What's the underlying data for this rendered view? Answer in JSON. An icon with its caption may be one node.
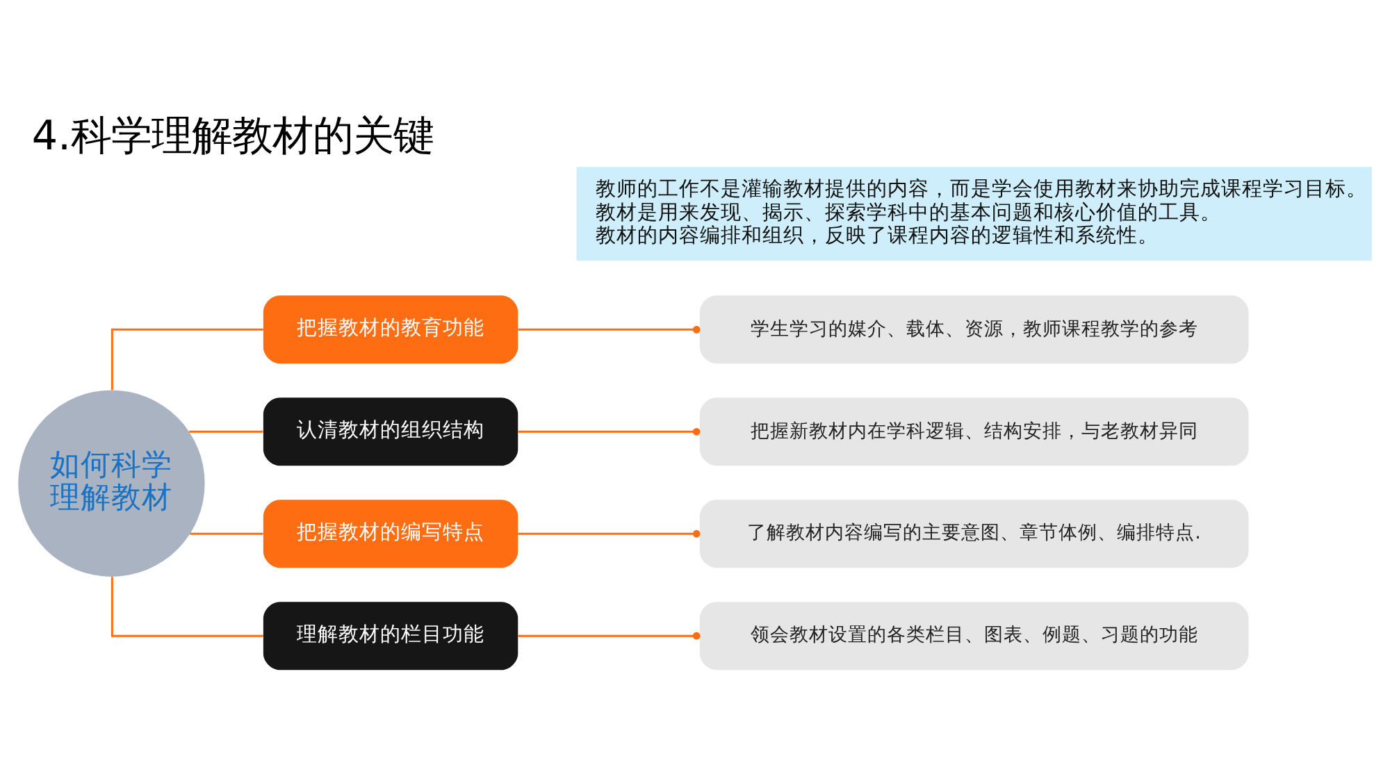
{
  "diagram": {
    "title": "4.科学理解教材的关键",
    "nodes": [
      {
        "text": [
          "教师的工作不是灌输教材提供的内容，而是学会使用教材来协助完成课程学习目标。",
          "教材是用来发现、揭示、探索学科中的基本问题和核心价值的工具。",
          "教材的内容编排和组织，反映了课程内容的逻辑性和系统性。"
        ]
      },
      {
        "text": [
          "如何科学理解教材"
        ]
      },
      {
        "text": [
          "把握教材的教育功能"
        ]
      },
      {
        "text": [
          "学生学习的媒介、载体、资源，教师课程教学的参考"
        ]
      },
      {
        "text": [
          "认清教材的组织结构"
        ]
      },
      {
        "text": [
          "把握新教材内在学科逻辑、结构安排，与老教材异同"
        ]
      },
      {
        "text": [
          "把握教材的编写特点"
        ]
      },
      {
        "text": [
          "了解教材内容编写的主要意图、章节体例、编排特点."
        ]
      },
      {
        "text": [
          "理解教材的栏目功能"
        ]
      },
      {
        "text": [
          "领会教材设置的各类栏目、图表、例题、习题的功能"
        ]
      }
    ],
    "edges": [
      {
        "from": 1,
        "to": 2,
        "arrow": "none"
      },
      {
        "from": 1,
        "to": 4,
        "arrow": "none"
      },
      {
        "from": 1,
        "to": 6,
        "arrow": "none"
      },
      {
        "from": 1,
        "to": 8,
        "arrow": "none"
      },
      {
        "from": 2,
        "to": 3,
        "arrow": "other"
      },
      {
        "from": 4,
        "to": 5,
        "arrow": "other"
      },
      {
        "from": 6,
        "to": 7,
        "arrow": "other"
      },
      {
        "from": 8,
        "to": 9,
        "arrow": "other"
      }
    ]
  }
}
